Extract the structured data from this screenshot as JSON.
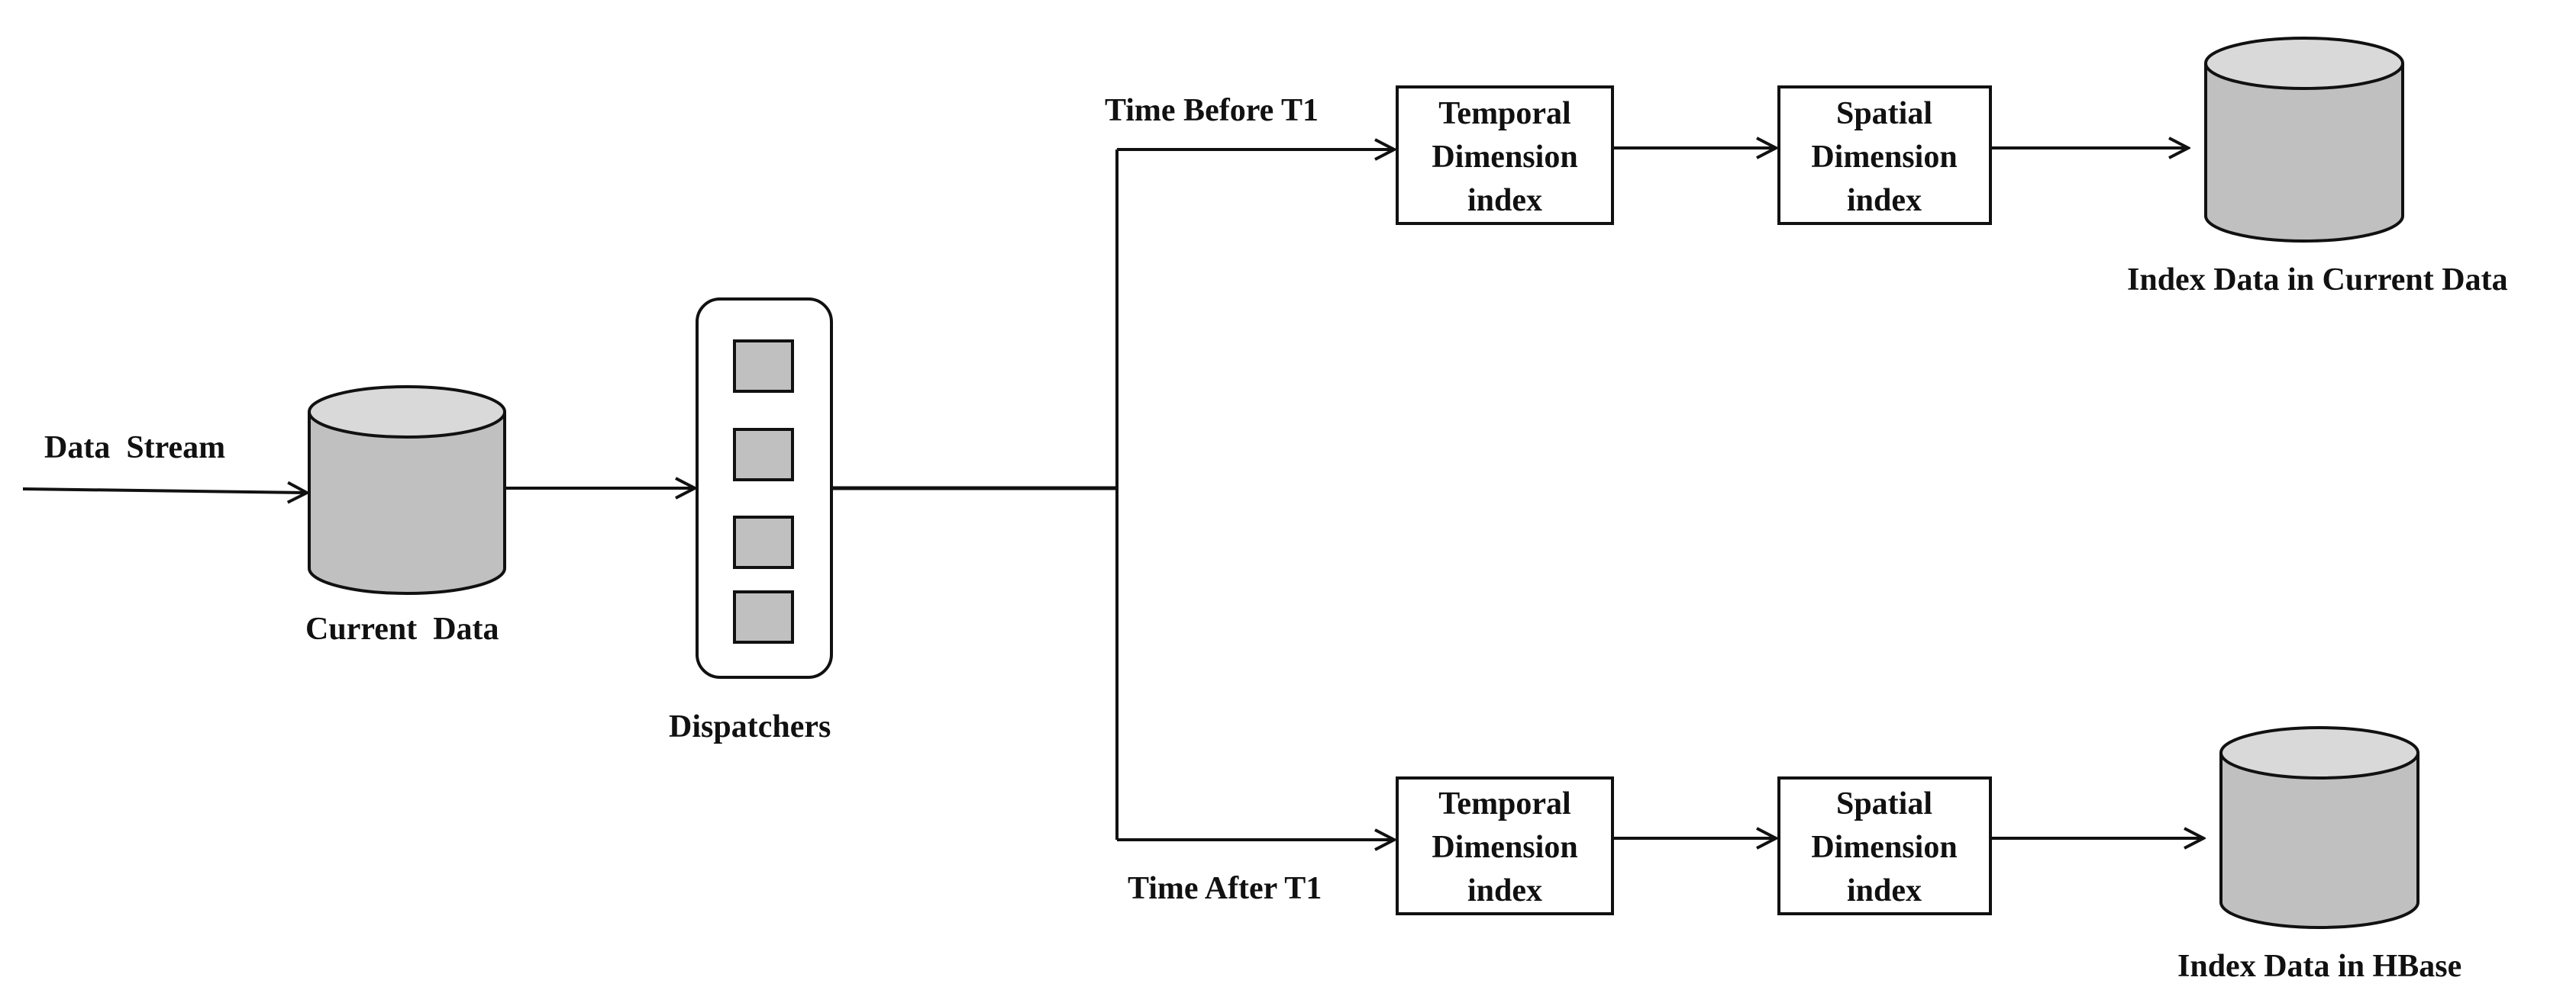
{
  "labels": {
    "data_stream": "Data  Stream",
    "current_data": "Current  Data",
    "dispatchers": "Dispatchers",
    "time_before": "Time Before T1",
    "time_after": "Time After T1",
    "index_current": "Index Data in Current Data",
    "index_hbase": "Index Data in HBase"
  },
  "boxes": {
    "top_temporal": [
      "Temporal",
      "Dimension",
      "index"
    ],
    "top_spatial": [
      "Spatial",
      "Dimension",
      "index"
    ],
    "bottom_temporal": [
      "Temporal",
      "Dimension",
      "index"
    ],
    "bottom_spatial": [
      "Spatial",
      "Dimension",
      "index"
    ]
  },
  "colors": {
    "cylinder_fill": "#c0c0c0",
    "cylinder_top": "#d9d9d9",
    "slot_fill": "#c0c0c0",
    "line": "#111111"
  }
}
